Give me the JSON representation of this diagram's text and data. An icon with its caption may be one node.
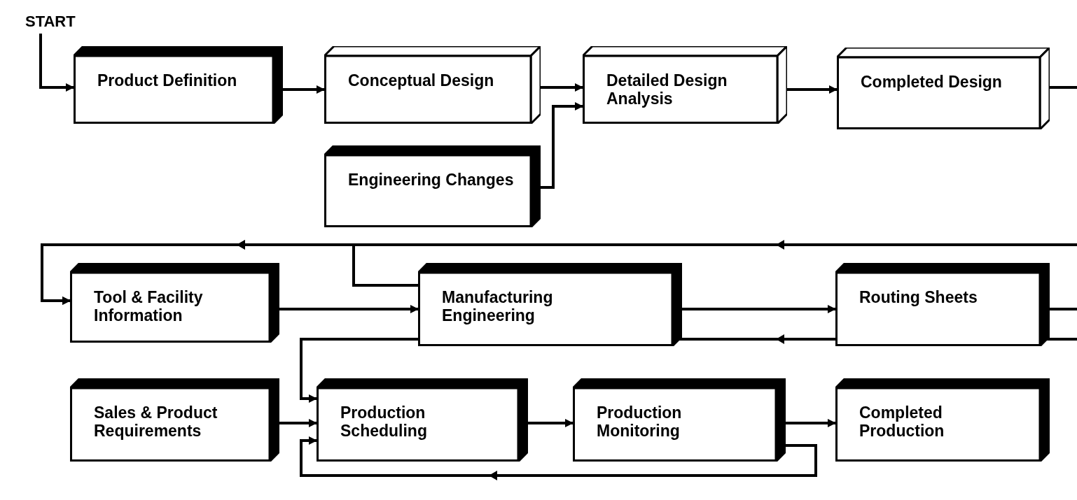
{
  "diagram": {
    "nodes": [
      {
        "text": [
          "START"
        ]
      },
      {
        "text": [
          "Product Definition"
        ]
      },
      {
        "text": [
          "Conceptual Design"
        ]
      },
      {
        "text": [
          "Detailed Design Analysis"
        ]
      },
      {
        "text": [
          "Completed Design"
        ]
      },
      {
        "text": [
          "Engineering Changes"
        ]
      },
      {
        "text": [
          "Tool & Facility Information"
        ]
      },
      {
        "text": [
          "Manufacturing Engineering"
        ]
      },
      {
        "text": [
          "Routing Sheets"
        ]
      },
      {
        "text": [
          "Sales & Product Requirements"
        ]
      },
      {
        "text": [
          "Production Scheduling"
        ]
      },
      {
        "text": [
          "Production Monitoring"
        ]
      },
      {
        "text": [
          "Completed Production"
        ]
      }
    ],
    "edges": [
      {
        "from": 0,
        "to": 1,
        "arrow": "to"
      },
      {
        "from": 1,
        "to": 2,
        "arrow": "to"
      },
      {
        "from": 2,
        "to": 3,
        "arrow": "to"
      },
      {
        "from": 5,
        "to": 3,
        "arrow": "to"
      },
      {
        "from": 3,
        "to": 4,
        "arrow": "to"
      },
      {
        "from": 4,
        "to": null,
        "arrow": "none"
      },
      {
        "from": null,
        "to": 6,
        "arrow": "to"
      },
      {
        "from": 7,
        "to": 6,
        "arrow": "to"
      },
      {
        "from": 6,
        "to": 7,
        "arrow": "to"
      },
      {
        "from": 7,
        "to": 8,
        "arrow": "to"
      },
      {
        "from": 8,
        "to": null,
        "arrow": "none"
      },
      {
        "from": null,
        "to": 10,
        "arrow": "to"
      },
      {
        "from": 9,
        "to": 10,
        "arrow": "to"
      },
      {
        "from": 10,
        "to": 11,
        "arrow": "to"
      },
      {
        "from": 11,
        "to": 12,
        "arrow": "to"
      },
      {
        "from": 11,
        "to": 10,
        "arrow": "to"
      }
    ]
  }
}
